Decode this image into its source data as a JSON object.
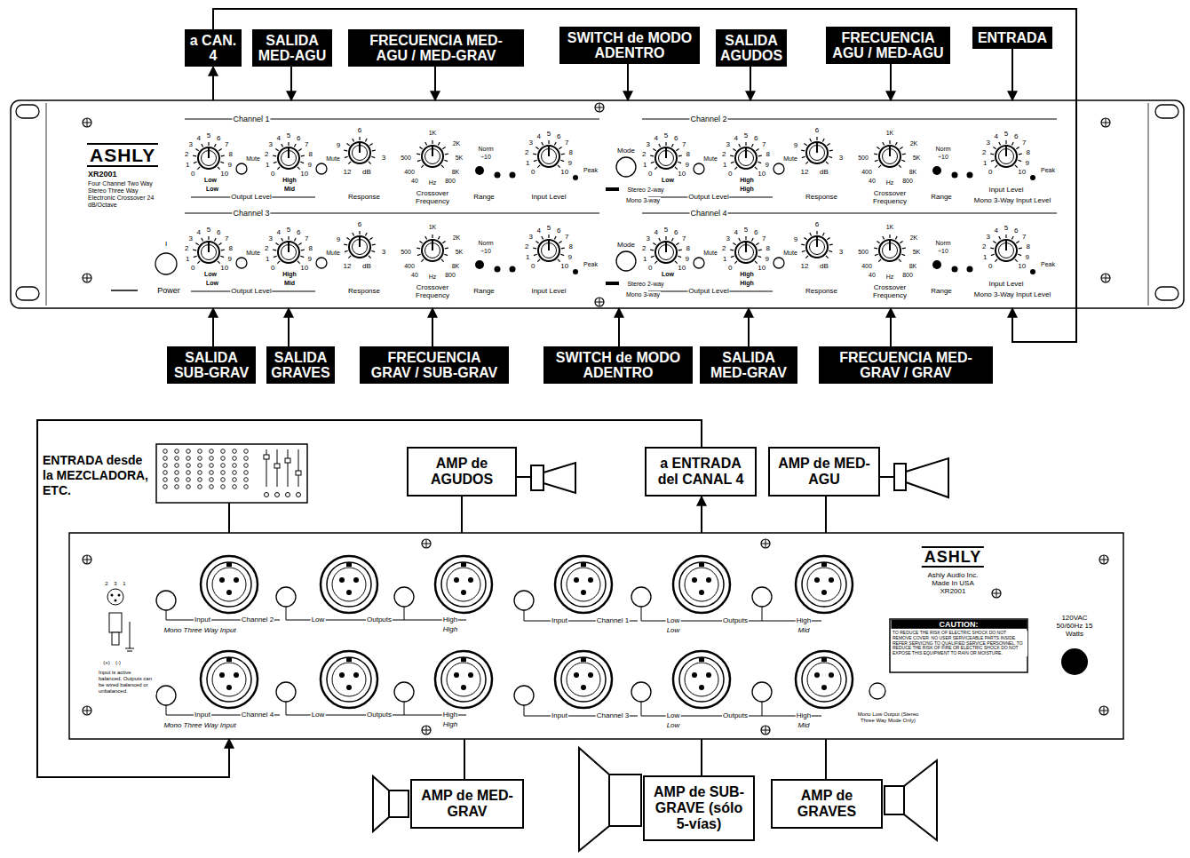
{
  "diagram": {
    "nodes": [
      {
        "text": [
          "a CAN. 4"
        ]
      },
      {
        "text": [
          "SALIDA MED-AGU"
        ]
      },
      {
        "text": [
          "FRECUENCIA MED-AGU / MED-GRAV"
        ]
      },
      {
        "text": [
          "SWITCH de MODO ADENTRO"
        ]
      },
      {
        "text": [
          "SALIDA AGUDOS"
        ]
      },
      {
        "text": [
          "FRECUENCIA AGU / MED-AGU"
        ]
      },
      {
        "text": [
          "ENTRADA"
        ]
      },
      {
        "text": [
          "ASHLY",
          "XR2001",
          "Four Channel Two Way Stereo Three Way Electronic Crossover 24 dB/Octave",
          "Channel 1",
          "0",
          "1",
          "2",
          "3",
          "4",
          "5",
          "6",
          "7",
          "8",
          "9",
          "10",
          "Low",
          "Mute",
          "Low",
          "0",
          "1",
          "2",
          "3",
          "4",
          "5",
          "6",
          "7",
          "8",
          "9",
          "10",
          "High",
          "Mute",
          "Mid",
          "Output Level",
          "6",
          "9",
          "3",
          "12",
          "dB",
          "Response",
          "1K",
          "2K",
          "5K",
          "8K",
          "800",
          "Hz",
          "40",
          "400",
          "500",
          "Crossover Frequency",
          "Norm",
          "÷10",
          "Range",
          "0",
          "1",
          "2",
          "3",
          "4",
          "5",
          "6",
          "7",
          "8",
          "9",
          "10",
          "Peak",
          "Input Level",
          "Channel 2",
          "0",
          "1",
          "2",
          "3",
          "4",
          "5",
          "6",
          "7",
          "8",
          "9",
          "10",
          "Low",
          "Mute",
          "0",
          "1",
          "2",
          "3",
          "4",
          "5",
          "6",
          "7",
          "8",
          "9",
          "10",
          "High",
          "Mute",
          "High",
          "Output Level",
          "6",
          "9",
          "3",
          "12",
          "dB",
          "Response",
          "1K",
          "2K",
          "5K",
          "8K",
          "800",
          "Hz",
          "40",
          "400",
          "500",
          "Crossover Frequency",
          "Norm",
          "÷10",
          "Range",
          "0",
          "1",
          "2",
          "3",
          "4",
          "5",
          "6",
          "7",
          "8",
          "9",
          "10",
          "Peak",
          "Input Level",
          "Mono 3-Way Input Level",
          "Mode",
          "Stereo 2-way",
          "Mono 3-way",
          "I",
          "Power",
          "Channel 3",
          "0",
          "1",
          "2",
          "3",
          "4",
          "5",
          "6",
          "7",
          "8",
          "9",
          "10",
          "Low",
          "Mute",
          "Low",
          "0",
          "1",
          "2",
          "3",
          "4",
          "5",
          "6",
          "7",
          "8",
          "9",
          "10",
          "High",
          "Mute",
          "Mid",
          "Output Level",
          "6",
          "9",
          "3",
          "12",
          "dB",
          "Response",
          "1K",
          "2K",
          "5K",
          "8K",
          "800",
          "Hz",
          "40",
          "400",
          "500",
          "Crossover Frequency",
          "Norm",
          "÷10",
          "Range",
          "0",
          "1",
          "2",
          "3",
          "4",
          "5",
          "6",
          "7",
          "8",
          "9",
          "10",
          "Peak",
          "Input Level",
          "Channel 4",
          "0",
          "1",
          "2",
          "3",
          "4",
          "5",
          "6",
          "7",
          "8",
          "9",
          "10",
          "Low",
          "Mute",
          "0",
          "1",
          "2",
          "3",
          "4",
          "5",
          "6",
          "7",
          "8",
          "9",
          "10",
          "High",
          "Mute",
          "High",
          "Output Level",
          "6",
          "9",
          "3",
          "12",
          "dB",
          "Response",
          "1K",
          "2K",
          "5K",
          "8K",
          "800",
          "Hz",
          "40",
          "400",
          "500",
          "Crossover Frequency",
          "Norm",
          "÷10",
          "Range",
          "0",
          "1",
          "2",
          "3",
          "4",
          "5",
          "6",
          "7",
          "8",
          "9",
          "10",
          "Peak",
          "Input Level",
          "Mono 3-Way Input Level",
          "Mode",
          "Stereo 2-way",
          "Mono 3-way"
        ]
      },
      {
        "text": [
          "SALIDA SUB-GRAV"
        ]
      },
      {
        "text": [
          "SALIDA GRAVES"
        ]
      },
      {
        "text": [
          "FRECUENCIA GRAV / SUB-GRAV"
        ]
      },
      {
        "text": [
          "SWITCH de MODO ADENTRO"
        ]
      },
      {
        "text": [
          "SALIDA MED-GRAV"
        ]
      },
      {
        "text": [
          "FRECUENCIA MED-GRAV / GRAV"
        ]
      },
      {
        "text": [
          "ENTRADA desde la MEZCLADORA, ETC."
        ]
      },
      {
        "text": [
          "AMP de AGUDOS"
        ]
      },
      {
        "text": [
          "a ENTRADA del CANAL 4"
        ]
      },
      {
        "text": [
          "AMP de MED-AGU"
        ]
      },
      {
        "text": [
          "2",
          "3",
          "1",
          "(+)",
          "(-)",
          "Input is active balanced, Outputs can be wired balanced or unbalanced.",
          "Input",
          "Channel 2",
          "Mono Three Way Input",
          "Low",
          "Outputs",
          "High",
          "High",
          "Input",
          "Channel 1",
          "Low",
          "Outputs",
          "High",
          "Low",
          "Mid",
          "ASHLY",
          "Ashly Audio Inc. Made In USA XR2001",
          "CAUTION:",
          "TO REDUCE THE RISK OF ELECTRIC SHOCK DO NOT REMOVE COVER. NO USER SERVICEABLE PARTS INSIDE. REFER SERVICING TO QUALIFIED SERVICE PERSONNEL. TO REDUCE THE RISK OF FIRE OR ELECTRIC SHOCK DO NOT EXPOSE THIS EQUIPMENT TO RAIN OR MOISTURE.",
          "120VAC 50/60Hz 15 Watts",
          "Input",
          "Channel 4",
          "Mono Three Way Input",
          "Low",
          "Outputs",
          "High",
          "High",
          "Input",
          "Channel 3",
          "Low",
          "Outputs",
          "High",
          "Low",
          "Mid",
          "Mono Low Output (Stereo Three Way Mode Only)"
        ]
      },
      {
        "text": [
          "AMP de MED-GRAV"
        ]
      },
      {
        "text": [
          "AMP de SUB-GRAVE (sólo 5-vías)"
        ]
      },
      {
        "text": [
          "AMP de GRAVES"
        ]
      }
    ],
    "edges": [
      {
        "from": 7,
        "to": 0,
        "arrow": "to"
      },
      {
        "from": 0,
        "to": 7,
        "arrow": "to"
      },
      {
        "from": 1,
        "to": 7,
        "arrow": "to"
      },
      {
        "from": 2,
        "to": 7,
        "arrow": "to"
      },
      {
        "from": 3,
        "to": 7,
        "arrow": "to"
      },
      {
        "from": 4,
        "to": 7,
        "arrow": "to"
      },
      {
        "from": 5,
        "to": 7,
        "arrow": "to"
      },
      {
        "from": 6,
        "to": 7,
        "arrow": "to"
      },
      {
        "from": 8,
        "to": 7,
        "arrow": "to"
      },
      {
        "from": 9,
        "to": 7,
        "arrow": "to"
      },
      {
        "from": 10,
        "to": 7,
        "arrow": "to"
      },
      {
        "from": 11,
        "to": 7,
        "arrow": "to"
      },
      {
        "from": 12,
        "to": 7,
        "arrow": "to"
      },
      {
        "from": 13,
        "to": 7,
        "arrow": "to"
      },
      {
        "from": 14,
        "to": 18,
        "arrow": "none"
      },
      {
        "from": 18,
        "to": 15,
        "arrow": "none"
      },
      {
        "from": 18,
        "to": 16,
        "arrow": "to"
      },
      {
        "from": 16,
        "to": 18,
        "arrow": "to"
      },
      {
        "from": 18,
        "to": 17,
        "arrow": "none"
      },
      {
        "from": 18,
        "to": 19,
        "arrow": "none"
      },
      {
        "from": 18,
        "to": 20,
        "arrow": "none"
      },
      {
        "from": 18,
        "to": 21,
        "arrow": "none"
      }
    ]
  }
}
